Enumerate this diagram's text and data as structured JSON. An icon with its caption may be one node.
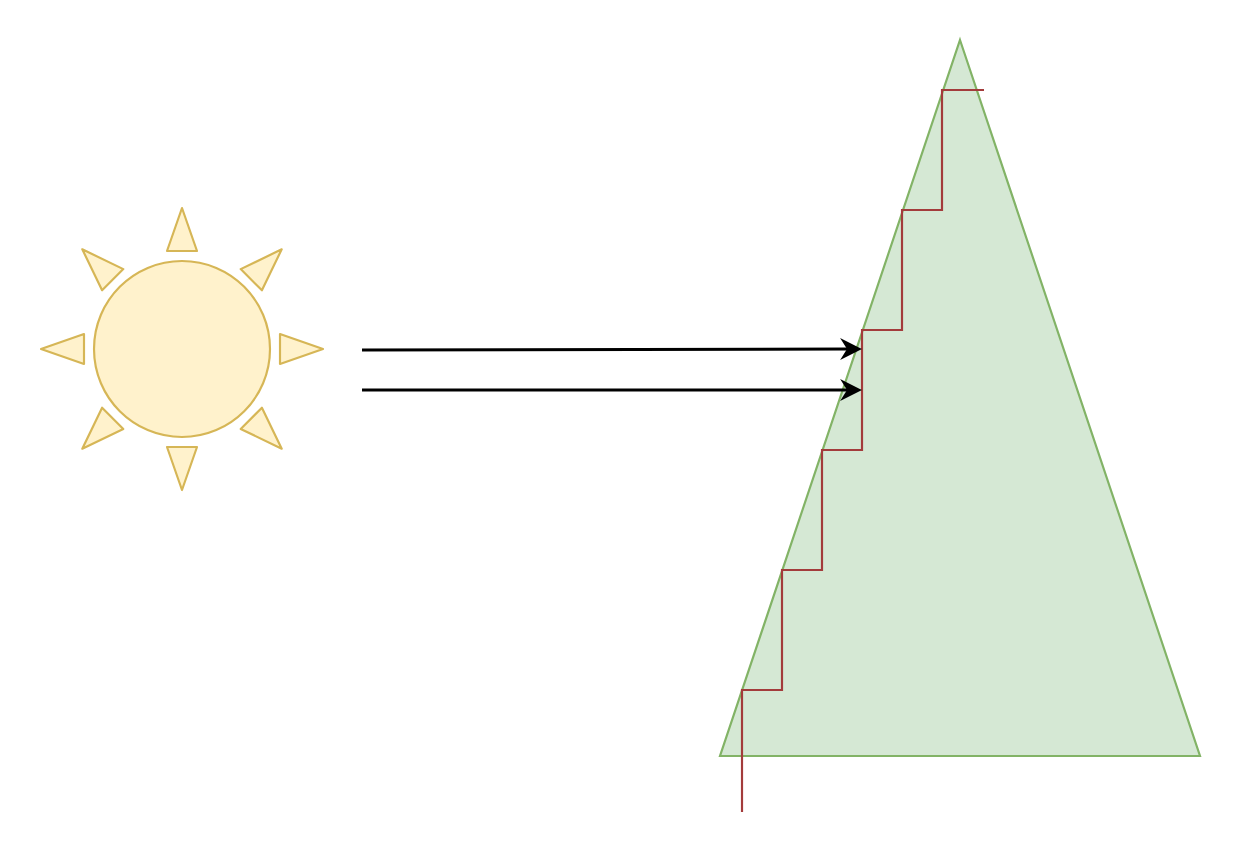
{
  "diagram": {
    "nodes": [
      {
        "text": [],
        "shape": "sun"
      },
      {
        "text": [],
        "shape": "triangle"
      }
    ],
    "edges": [
      {
        "from": null,
        "to": 1,
        "arrow": "to"
      },
      {
        "from": null,
        "to": 1,
        "arrow": "to"
      }
    ]
  }
}
